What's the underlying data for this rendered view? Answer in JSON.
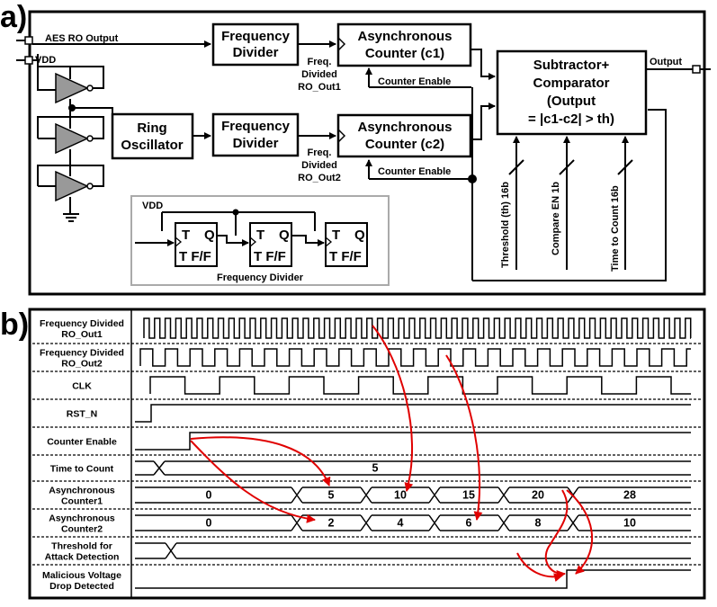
{
  "panel_a": {
    "label": "a)",
    "aes_input": "AES RO Output",
    "vdd": "VDD",
    "freq_divider_1": [
      "Frequency",
      "Divider"
    ],
    "freq_divider_2": [
      "Frequency",
      "Divider"
    ],
    "async_counter_1": [
      "Asynchronous",
      "Counter (c1)"
    ],
    "async_counter_2": [
      "Asynchronous",
      "Counter (c2)"
    ],
    "ring_oscillator": [
      "Ring",
      "Oscillator"
    ],
    "ro_out1": [
      "Freq.",
      "Divided",
      "RO_Out1"
    ],
    "ro_out2": [
      "Freq.",
      "Divided",
      "RO_Out2"
    ],
    "counter_enable_1": "Counter Enable",
    "counter_enable_2": "Counter Enable",
    "subtractor": [
      "Subtractor+",
      "Comparator",
      "(Output",
      "= |c1-c2| > th)"
    ],
    "output": "Output",
    "threshold": "Threshold (th) 16b",
    "compare_en": "Compare EN 1b",
    "time_to_count": "Time to Count 16b",
    "inset": {
      "vdd": "VDD",
      "ff_t": "T",
      "ff_q": "Q",
      "ff_label": "T F/F",
      "caption": "Frequency Divider"
    }
  },
  "panel_b": {
    "label": "b)",
    "signals": [
      [
        "Frequency Divided",
        "RO_Out1"
      ],
      [
        "Frequency Divided",
        "RO_Out2"
      ],
      [
        "CLK"
      ],
      [
        "RST_N"
      ],
      [
        "Counter Enable"
      ],
      [
        "Time to Count"
      ],
      [
        "Asynchronous",
        "Counter1"
      ],
      [
        "Asynchronous",
        "Counter2"
      ],
      [
        "Threshold for",
        "Attack Detection"
      ],
      [
        "Malicious Voltage",
        "Drop Detected"
      ]
    ],
    "time_to_count_value": "5",
    "counter1_values": [
      "0",
      "5",
      "10",
      "15",
      "20",
      "28"
    ],
    "counter2_values": [
      "0",
      "2",
      "4",
      "6",
      "8",
      "10"
    ]
  }
}
